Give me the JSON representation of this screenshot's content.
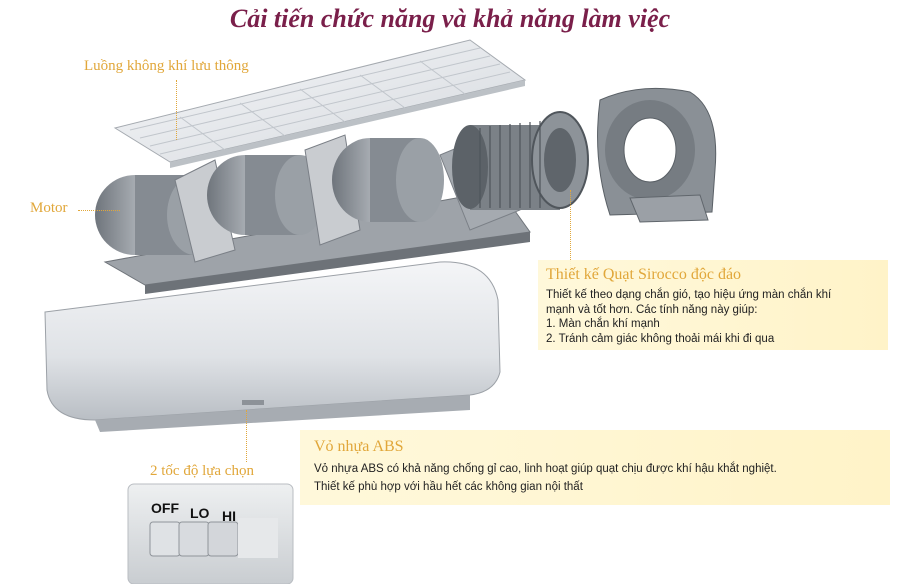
{
  "title": "Cải tiến chức năng và khả năng làm việc",
  "callouts": {
    "airflow": "Luồng không khí lưu thông",
    "motor": "Motor",
    "speed": "2 tốc độ lựa chọn"
  },
  "sirocco": {
    "heading": "Thiết kế Quạt Sirocco độc đáo",
    "lines": [
      "Thiết kế theo dạng chắn gió, tạo hiệu ứng màn chắn khí",
      "mạnh và tốt hơn. Các tính năng này giúp:",
      "1. Màn chắn khí mạnh",
      "2. Tránh cảm giác không thoải mái khi đi qua"
    ]
  },
  "abs": {
    "heading": "Vỏ nhựa ABS",
    "lines": [
      "Vỏ nhựa ABS  có khả năng chống gỉ cao, linh hoạt giúp quạt chịu được khí hậu khắt nghiệt.",
      "Thiết kế phù hợp với hầu hết các không gian nội thất"
    ]
  },
  "switch": {
    "off": "OFF",
    "lo": "LO",
    "hi": "HI"
  },
  "colors": {
    "title": "#7a1f4a",
    "callout": "#e1a73a",
    "box_bg": "#fff3c8"
  }
}
